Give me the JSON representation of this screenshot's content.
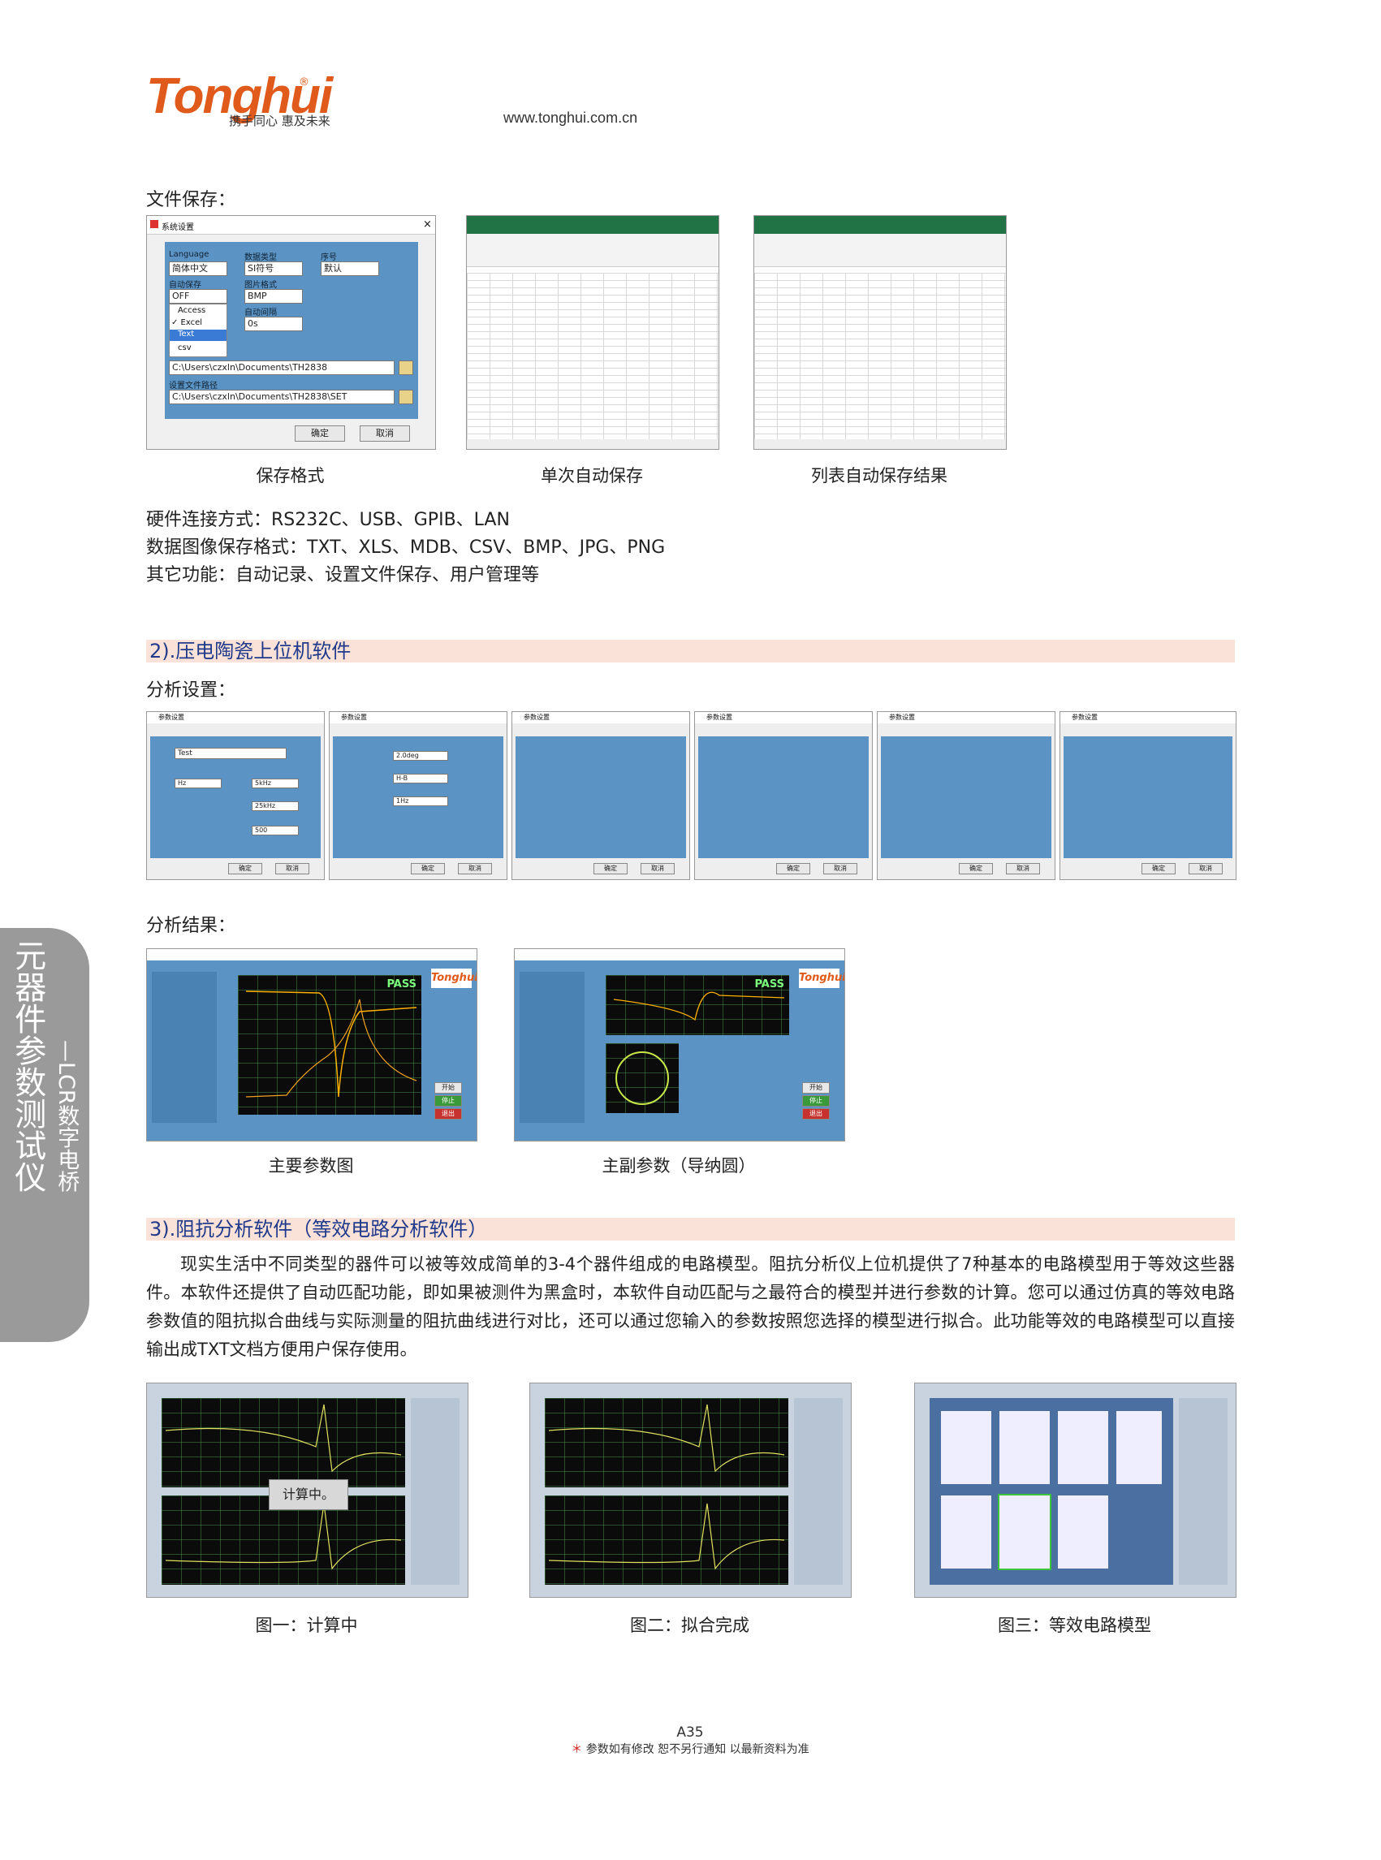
{
  "header": {
    "brand": "Tonghui",
    "registered": "®",
    "slogan": "携手同心 惠及未来",
    "url": "www.tonghui.com.cn"
  },
  "section_file_save": {
    "heading": "文件保存：",
    "dialog": {
      "title": "系统设置",
      "close": "×",
      "language_label": "Language",
      "language_value": "简体中文",
      "datatype_label": "数据类型",
      "datatype_value": "SI符号",
      "serial_label": "序号",
      "serial_value": "默认",
      "autosave_label": "自动保存",
      "autosave_value": "OFF",
      "dropdown_options": [
        "Access",
        "✓ Excel",
        "Text",
        "csv"
      ],
      "image_format_label": "图片格式",
      "image_format_value": "BMP",
      "interval_label": "自动间隔",
      "interval_value": "0s",
      "path1": "C:\\Users\\czxln\\Documents\\TH2838",
      "settings_path_label": "设置文件路径",
      "path2": "C:\\Users\\czxln\\Documents\\TH2838\\SET",
      "ok": "确定",
      "cancel": "取消"
    },
    "captions": [
      "保存格式",
      "单次自动保存",
      "列表自动保存结果"
    ],
    "lines": [
      "硬件连接方式：RS232C、USB、GPIB、LAN",
      "数据图像保存格式：TXT、XLS、MDB、CSV、BMP、JPG、PNG",
      "其它功能：自动记录、设置文件保存、用户管理等"
    ]
  },
  "section_piezo": {
    "title": "2).压电陶瓷上位机软件",
    "analysis_settings": "分析设置：",
    "analysis_results": "分析结果：",
    "settings_dialog_title": "参数设置",
    "settings_fields": [
      "Test",
      "Hz",
      "5kHz",
      "25kHz",
      "500"
    ],
    "settings_fields_2": [
      "2.0deg",
      "H-B",
      "1Hz"
    ],
    "ok": "确定",
    "cancel": "取消",
    "result_status": "PASS",
    "result_logo": "Tonghui",
    "result_buttons": [
      "开始",
      "停止",
      "退出"
    ],
    "result_captions": [
      "主要参数图",
      "主副参数（导纳圆）"
    ]
  },
  "section_impedance": {
    "title": "3).阻抗分析软件（等效电路分析软件）",
    "paragraph": "现实生活中不同类型的器件可以被等效成简单的3-4个器件组成的电路模型。阻抗分析仪上位机提供了7种基本的电路模型用于等效这些器件。本软件还提供了自动匹配功能，即如果被测件为黑盒时，本软件自动匹配与之最符合的模型并进行参数的计算。您可以通过仿真的等效电路参数值的阻抗拟合曲线与实际测量的阻抗曲线进行对比，还可以通过您输入的参数按照您选择的模型进行拟合。此功能等效的电路模型可以直接输出成TXT文档方便用户保存使用。",
    "calculating": "计算中。",
    "captions": [
      "图一：计算中",
      "图二：拟合完成",
      "图三：等效电路模型"
    ]
  },
  "sidetab": {
    "main": "元器件参数测试仪",
    "sub": "—LCR数字电桥"
  },
  "footer": {
    "page": "A35",
    "star": "＊",
    "note": "参数如有修改  恕不另行通知  以最新资料为准"
  },
  "colors": {
    "brand_orange": "#e05a1b",
    "section_title_blue": "#1f3a8a",
    "section_bar": "#fbe2d8",
    "dialog_blue": "#5b94c4",
    "excel_green": "#217346"
  }
}
